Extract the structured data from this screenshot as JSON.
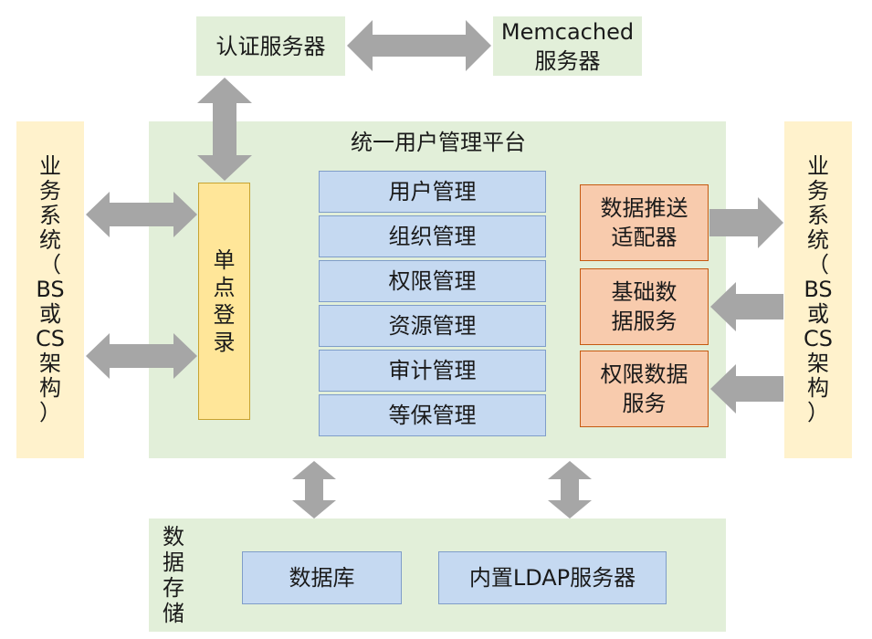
{
  "auth_server": "认证服务器",
  "memcached_server": {
    "line1": "Memcached",
    "line2": "服务器"
  },
  "platform_title": "统一用户管理平台",
  "sso": [
    "单",
    "点",
    "登",
    "录"
  ],
  "modules": [
    "用户管理",
    "组织管理",
    "权限管理",
    "资源管理",
    "审计管理",
    "等保管理"
  ],
  "services": {
    "push_adapter": {
      "line1": "数据推送",
      "line2": "适配器"
    },
    "base_data": {
      "line1": "基础数",
      "line2": "据服务"
    },
    "permission_data": {
      "line1": "权限数据",
      "line2": "服务"
    }
  },
  "business_system_left": [
    "业",
    "务",
    "系",
    "统",
    "（",
    "BS",
    "或",
    "CS",
    "架",
    "构",
    "）"
  ],
  "business_system_right": [
    "业",
    "务",
    "系",
    "统",
    "（",
    "BS",
    "或",
    "CS",
    "架",
    "构",
    "）"
  ],
  "storage": {
    "label": [
      "数",
      "据",
      "存",
      "储"
    ],
    "database": "数据库",
    "ldap": "内置LDAP服务器"
  },
  "colors": {
    "green_panel": "#e2efd9",
    "cream_panel": "#fff2cc",
    "blue_module": "#c5d9f1",
    "yellow_sso": "#ffe699",
    "salmon_service": "#f8cbad",
    "arrow": "#a6a6a6"
  }
}
